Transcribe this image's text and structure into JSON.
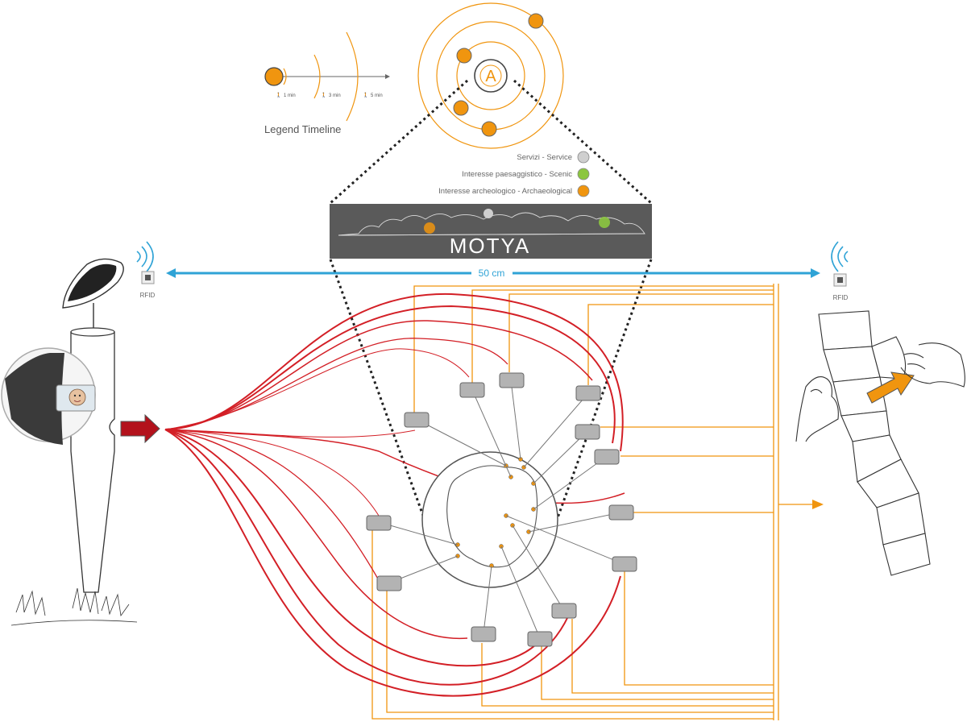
{
  "legend_timeline": {
    "title": "Legend Timeline",
    "steps": [
      "1 min",
      "3 min",
      "5 min"
    ]
  },
  "center_label": "A",
  "categories": [
    {
      "label": "Servizi - Service",
      "color": "#cfcfcf"
    },
    {
      "label": "Interesse paesaggistico -  Scenic",
      "color": "#8cc63f"
    },
    {
      "label": "Interesse archeologico - Archaeological",
      "color": "#f0950f"
    }
  ],
  "banner": {
    "title": "MOTYA",
    "background": "#5a5a5a"
  },
  "distance_label": "50 cm",
  "rfid_left": "RFID",
  "rfid_right": "RFID",
  "colors": {
    "orange": "#f0950f",
    "red": "#d31f26",
    "blue": "#2fa3d6",
    "gray_box": "#b3b3b3",
    "line_gray": "#555555"
  },
  "icons": [
    "solar-panel-icon",
    "wifi-signal-icon",
    "rfid-chip-icon",
    "walking-person-icon",
    "red-arrow-icon",
    "orange-arrow-icon",
    "hands-icon",
    "folded-map-icon"
  ]
}
